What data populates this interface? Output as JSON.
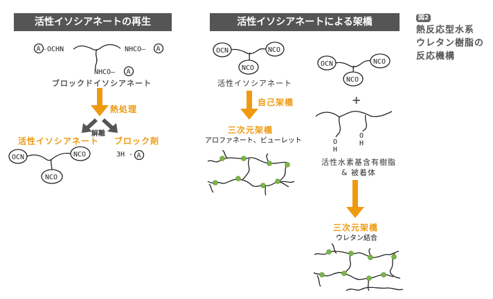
{
  "figure": {
    "badge": "図2",
    "title_lines": [
      "熱反応型水系",
      "ウレタン樹脂の",
      "反応機構"
    ]
  },
  "left_panel": {
    "header": "活性イソシアネートの再生",
    "blocked_molecule": {
      "left_group": "Ⓐ-OCHN",
      "right_group": "NHCO-Ⓐ",
      "bottom_group": "NHCO-Ⓐ",
      "label": "ブロックドイソシアネート"
    },
    "heat_label": "熱処理",
    "dissociation_label": "解離",
    "active_label": "活性イソシアネート",
    "blocking_agent_label": "ブロック剤",
    "blocking_agent_formula": "3H -Ⓐ",
    "active_molecule": {
      "groups": [
        "OCN",
        "NCO",
        "NCO"
      ]
    }
  },
  "right_panel": {
    "header": "活性イソシアネートによる架橋",
    "self": {
      "molecule_groups": [
        "OCN",
        "NCO",
        "NCO"
      ],
      "molecule_label": "活性イソシアネート",
      "arrow_label": "自己架橋",
      "result_label": "三次元架橋",
      "result_sub": "アロファネート、ビューレット"
    },
    "resin": {
      "molecule_groups": [
        "OCN",
        "NCO",
        "NCO"
      ],
      "plus": "+",
      "oh_labels": [
        "O\nH",
        "O\nH"
      ],
      "resin_label_lines": [
        "活性水素基含有樹脂",
        "& 被着体"
      ],
      "result_label": "三次元架橋",
      "result_sub": "ウレタン結合"
    }
  },
  "colors": {
    "header_bg": "#555555",
    "accent_orange": "#ee9a10",
    "arrow_gray": "#555555",
    "node_green": "#7ab648"
  }
}
